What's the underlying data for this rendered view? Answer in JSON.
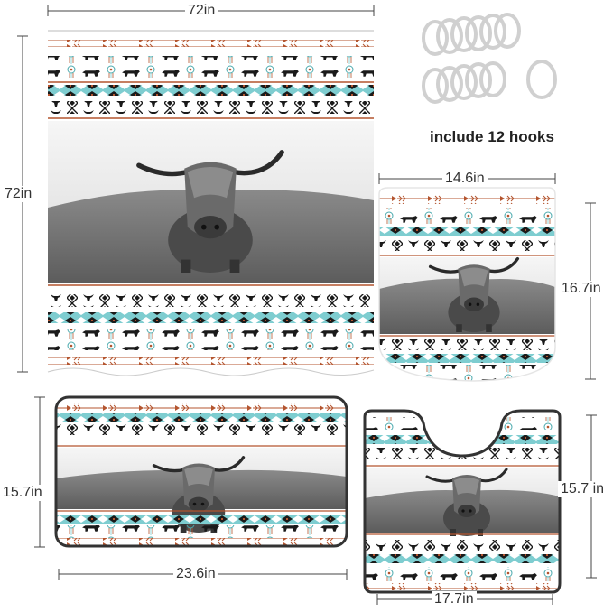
{
  "dimensions": {
    "curtain_width": "72in",
    "curtain_height": "72in",
    "lid_width": "14.6in",
    "lid_height": "16.7in",
    "bath_mat_height": "15.7in",
    "bath_mat_width": "23.6in",
    "contour_mat_height": "15.7 in",
    "contour_mat_width": "17.7in"
  },
  "hooks": {
    "caption": "include 12 hooks",
    "count": 12
  },
  "colors": {
    "teal": "#7ecdd0",
    "rust": "#b4552f",
    "black": "#1a1a1a",
    "photo_sky": "#eeeeee",
    "photo_field": "#8e8e8e"
  }
}
